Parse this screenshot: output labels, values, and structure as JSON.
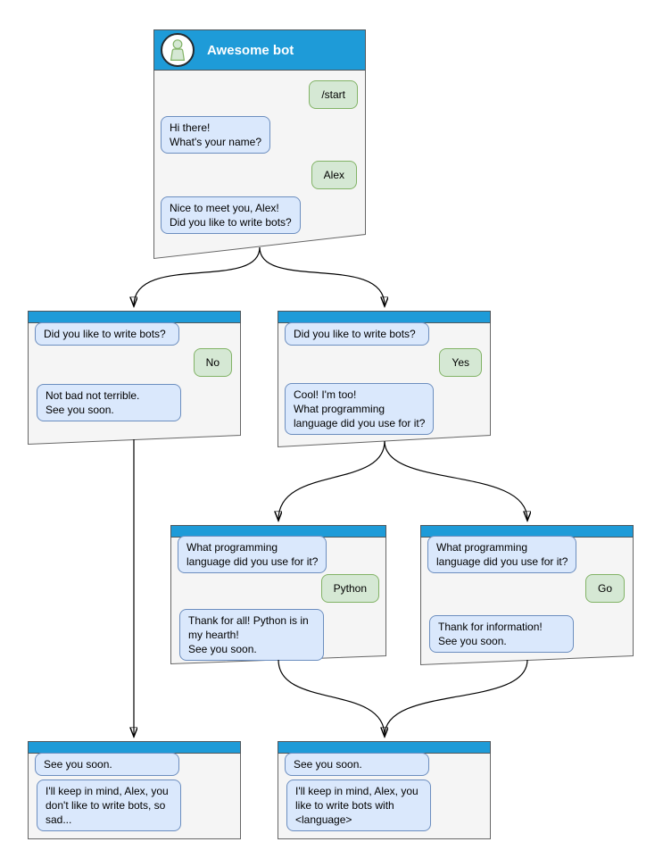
{
  "bot_name": "Awesome bot",
  "colors": {
    "header_blue": "#1e9bd8",
    "bot_bubble_fill": "#dae8fc",
    "bot_bubble_border": "#6c8ebf",
    "user_bubble_fill": "#d5e8d4",
    "user_bubble_border": "#82b366",
    "window_fill": "#f5f5f5",
    "window_border": "#666666",
    "arrow_color": "#000000"
  },
  "windows": [
    {
      "name": "start-chat",
      "title": "Awesome bot",
      "bubbles": [
        {
          "side": "user",
          "text": "/start"
        },
        {
          "side": "bot",
          "text": "Hi there!\nWhat's your name?"
        },
        {
          "side": "user",
          "text": "Alex"
        },
        {
          "side": "bot",
          "text": "Nice to meet you, Alex!\nDid you like to write bots?"
        }
      ]
    },
    {
      "name": "branch-no",
      "bubbles": [
        {
          "side": "bot",
          "text": "Did you like to write bots?"
        },
        {
          "side": "user",
          "text": "No"
        },
        {
          "side": "bot",
          "text": "Not bad not terrible.\nSee you soon."
        }
      ]
    },
    {
      "name": "branch-yes",
      "bubbles": [
        {
          "side": "bot",
          "text": "Did you like to write bots?"
        },
        {
          "side": "user",
          "text": "Yes"
        },
        {
          "side": "bot",
          "text": "Cool! I'm too!\nWhat programming\nlanguage did you use for it?"
        }
      ]
    },
    {
      "name": "branch-python",
      "bubbles": [
        {
          "side": "bot",
          "text": "What programming\nlanguage did you use for it?"
        },
        {
          "side": "user",
          "text": "Python"
        },
        {
          "side": "bot",
          "text": "Thank for all! Python is in\nmy hearth!\nSee you soon."
        }
      ]
    },
    {
      "name": "branch-go",
      "bubbles": [
        {
          "side": "bot",
          "text": "What programming\nlanguage did you use for it?"
        },
        {
          "side": "user",
          "text": "Go"
        },
        {
          "side": "bot",
          "text": "Thank for information!\nSee you soon."
        }
      ]
    },
    {
      "name": "end-no",
      "bubbles": [
        {
          "side": "bot",
          "text": "See you soon."
        },
        {
          "side": "bot",
          "text": "I'll keep in mind, Alex, you\ndon't like to write bots, so\nsad..."
        }
      ]
    },
    {
      "name": "end-yes",
      "bubbles": [
        {
          "side": "bot",
          "text": "See you soon."
        },
        {
          "side": "bot",
          "text": "I'll keep in mind, Alex, you\nlike to write bots with\n<language>"
        }
      ]
    }
  ]
}
